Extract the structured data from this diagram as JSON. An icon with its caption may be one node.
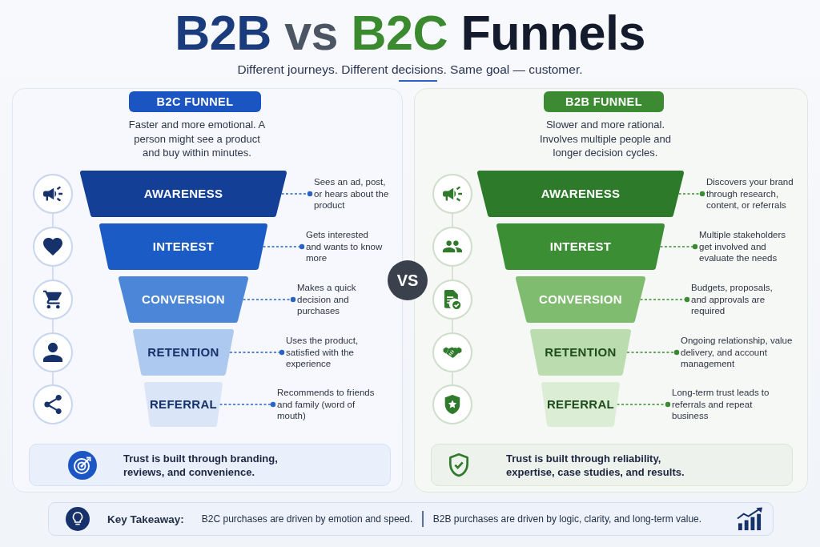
{
  "diagram": {
    "title": "B2B vs B2C Funnels",
    "nodes": [
      {
        "text": [
          "Faster and more emotional. A person might see a product and buy within minutes."
        ]
      },
      {
        "text": [
          "B2C FUNNEL"
        ],
        "in": 0
      },
      {
        "text": [],
        "shape": "circle",
        "in": 0
      },
      {
        "text": [
          "AWARENESS"
        ],
        "in": 0
      },
      {
        "text": [
          "Sees an ad, post, or hears about the product"
        ],
        "in": 0
      },
      {
        "text": [],
        "shape": "circle",
        "in": 0
      },
      {
        "text": [
          "INTEREST"
        ],
        "in": 0
      },
      {
        "text": [
          "Gets interested and wants to know more"
        ],
        "in": 0
      },
      {
        "text": [],
        "shape": "circle",
        "in": 0
      },
      {
        "text": [
          "CONVERSION"
        ],
        "in": 0
      },
      {
        "text": [
          "Makes a quick decision and purchases"
        ],
        "in": 0
      },
      {
        "text": [],
        "shape": "circle",
        "in": 0
      },
      {
        "text": [
          "RETENTION"
        ],
        "in": 0
      },
      {
        "text": [
          "Uses the product, satisfied with the experience"
        ],
        "in": 0
      },
      {
        "text": [],
        "shape": "circle",
        "in": 0
      },
      {
        "text": [
          "REFERRAL"
        ],
        "in": 0
      },
      {
        "text": [
          "Recommends to friends and family (word of mouth)"
        ],
        "in": 0
      },
      {
        "text": [
          "Trust is built through branding, reviews, and convenience."
        ],
        "in": 0
      },
      {
        "text": [
          "VS"
        ]
      },
      {
        "text": [
          "Slower and more rational. Involves multiple people and longer decision cycles."
        ]
      },
      {
        "text": [
          "B2B FUNNEL"
        ],
        "in": 19
      },
      {
        "text": [],
        "shape": "circle",
        "in": 19
      },
      {
        "text": [
          "AWARENESS"
        ],
        "in": 19
      },
      {
        "text": [
          "Discovers your brand through research, content, or referrals"
        ],
        "in": 19
      },
      {
        "text": [],
        "shape": "circle",
        "in": 19
      },
      {
        "text": [
          "INTEREST"
        ],
        "in": 19
      },
      {
        "text": [
          "Multiple stakeholders get involved and evaluate the needs"
        ],
        "in": 19
      },
      {
        "text": [],
        "shape": "circle",
        "in": 19
      },
      {
        "text": [
          "CONVERSION"
        ],
        "in": 19
      },
      {
        "text": [
          "Budgets, proposals, and approvals are required"
        ],
        "in": 19
      },
      {
        "text": [],
        "shape": "circle",
        "in": 19
      },
      {
        "text": [
          "RETENTION"
        ],
        "in": 19
      },
      {
        "text": [
          "Ongoing relationship, value delivery, and account management"
        ],
        "in": 19
      },
      {
        "text": [],
        "shape": "circle",
        "in": 19
      },
      {
        "text": [
          "REFERRAL"
        ],
        "in": 19
      },
      {
        "text": [
          "Long-term trust leads to referrals and repeat business"
        ],
        "in": 19
      },
      {
        "text": [
          "Trust is built through reliability, expertise, case studies, and results."
        ],
        "in": 19
      },
      {
        "text": [
          "Key Takeaway:",
          "B2C purchases are driven by emotion and speed.",
          "B2B purchases are driven by logic, clarity, and long-term value."
        ]
      }
    ],
    "edges": [
      {
        "from": 2,
        "to": 5,
        "arrow": "none",
        "color": "#c5d3ea"
      },
      {
        "from": 5,
        "to": 8,
        "arrow": "none",
        "color": "#c5d3ea"
      },
      {
        "from": 8,
        "to": 11,
        "arrow": "none",
        "color": "#c5d3ea"
      },
      {
        "from": 11,
        "to": 14,
        "arrow": "none",
        "color": "#c5d3ea"
      },
      {
        "from": 3,
        "to": 4,
        "arrow": "other",
        "style": "dashed",
        "color": "#2a62c6"
      },
      {
        "from": 6,
        "to": 7,
        "arrow": "other",
        "style": "dashed",
        "color": "#2a62c6"
      },
      {
        "from": 9,
        "to": 10,
        "arrow": "other",
        "style": "dashed",
        "color": "#2a62c6"
      },
      {
        "from": 12,
        "to": 13,
        "arrow": "other",
        "style": "dashed",
        "color": "#2a62c6"
      },
      {
        "from": 15,
        "to": 16,
        "arrow": "other",
        "style": "dashed",
        "color": "#2a62c6"
      },
      {
        "from": 21,
        "to": 24,
        "arrow": "none",
        "color": "#cbdcc6"
      },
      {
        "from": 24,
        "to": 27,
        "arrow": "none",
        "color": "#cbdcc6"
      },
      {
        "from": 27,
        "to": 30,
        "arrow": "none",
        "color": "#cbdcc6"
      },
      {
        "from": 30,
        "to": 33,
        "arrow": "none",
        "color": "#cbdcc6"
      },
      {
        "from": 22,
        "to": 23,
        "arrow": "other",
        "style": "dashed",
        "color": "#3b8a32"
      },
      {
        "from": 25,
        "to": 26,
        "arrow": "other",
        "style": "dashed",
        "color": "#3b8a32"
      },
      {
        "from": 28,
        "to": 29,
        "arrow": "other",
        "style": "dashed",
        "color": "#3b8a32"
      },
      {
        "from": 31,
        "to": 32,
        "arrow": "other",
        "style": "dashed",
        "color": "#3b8a32"
      },
      {
        "from": 34,
        "to": 35,
        "arrow": "other",
        "style": "dashed",
        "color": "#3b8a32"
      }
    ],
    "labels": [
      "Different journeys. Different decisions. Same goal — customer."
    ]
  }
}
